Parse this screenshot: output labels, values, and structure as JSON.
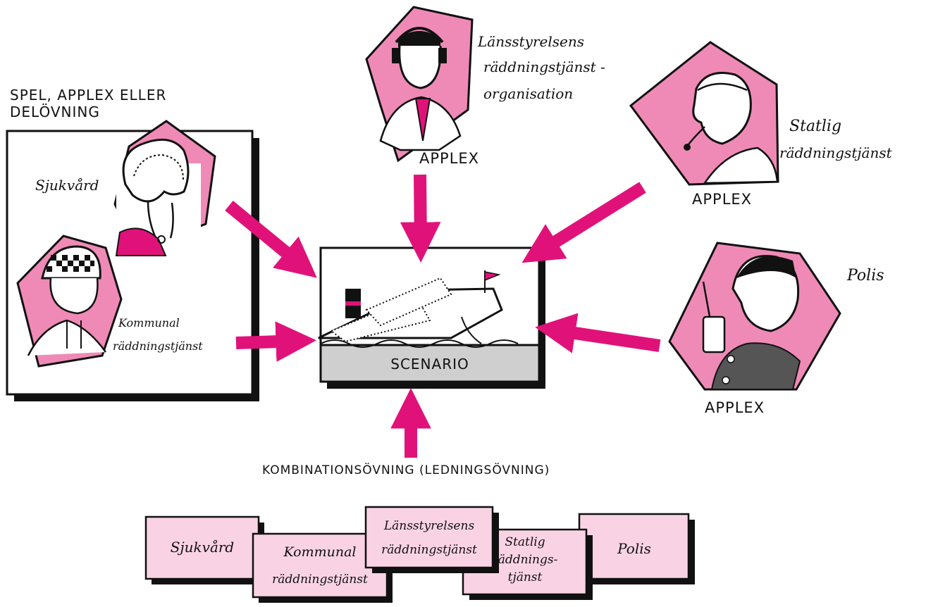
{
  "colors": {
    "magenta": "#e0127a",
    "pentagon_fill": "#ef8ab6",
    "card_fill": "#f9d3e4",
    "scenario_base": "#cfcfcf",
    "line": "#111111"
  },
  "left_group": {
    "title_line1": "SPEL, APPLEX ELLER",
    "title_line2": "DELÖVNING",
    "sjukvard_label": "Sjukvård",
    "kommunal_line1": "Kommunal",
    "kommunal_line2": "räddningstjänst"
  },
  "scenario": {
    "label": "SCENARIO"
  },
  "participants": {
    "lansstyrelsen": {
      "line1": "Länsstyrelsens",
      "line2": "räddningstjänst -",
      "line3": "organisation",
      "tag": "APPLEX"
    },
    "statlig": {
      "line1": "Statlig",
      "line2": "räddningstjänst",
      "tag": "APPLEX"
    },
    "polis": {
      "label": "Polis",
      "tag": "APPLEX"
    }
  },
  "bottom_caption": "KOMBINATIONSÖVNING (LEDNINGSÖVNING)",
  "cards": {
    "sjukvard": {
      "line1": "Sjukvård"
    },
    "kommunal": {
      "line1": "Kommunal",
      "line2": "räddningstjänst"
    },
    "lansstyrelsen": {
      "line1": "Länsstyrelsens",
      "line2": "räddningstjänst"
    },
    "statlig": {
      "line1": "Statlig",
      "line2": "räddnings-",
      "line3": "tjänst"
    },
    "polis": {
      "line1": "Polis"
    }
  },
  "icons": [
    "nurse-portrait-icon",
    "firefighter-portrait-icon",
    "official-headset-portrait-icon",
    "operator-headset-portrait-icon",
    "police-radio-portrait-icon",
    "sinking-ship-icon",
    "flag-icon"
  ]
}
